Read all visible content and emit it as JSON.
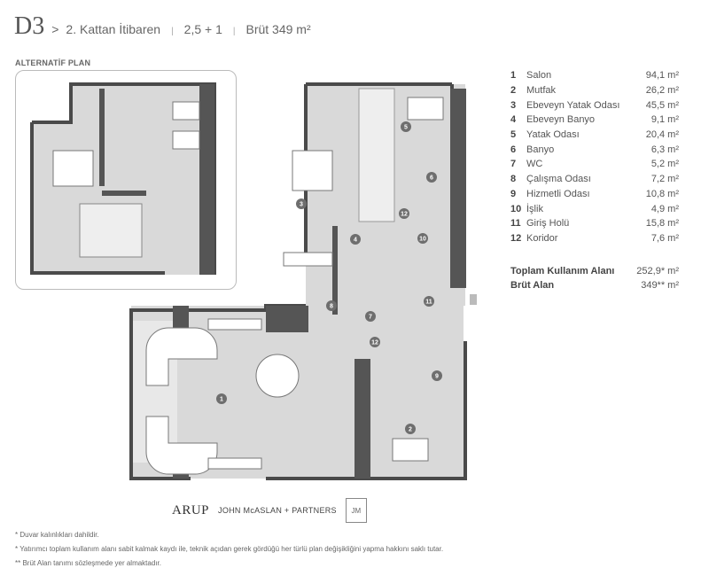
{
  "header": {
    "code": "D3",
    "arrow": ">",
    "floor": "2. Kattan İtibaren",
    "sep": "|",
    "layout": "2,5 + 1",
    "gross": "Brüt 349 m²"
  },
  "alt_plan": {
    "title": "ALTERNATİF PLAN"
  },
  "rooms": [
    {
      "n": "1",
      "name": "Salon",
      "area": "94,1 m²"
    },
    {
      "n": "2",
      "name": "Mutfak",
      "area": "26,2 m²"
    },
    {
      "n": "3",
      "name": "Ebeveyn Yatak Odası",
      "area": "45,5 m²"
    },
    {
      "n": "4",
      "name": "Ebeveyn Banyo",
      "area": "9,1 m²"
    },
    {
      "n": "5",
      "name": "Yatak Odası",
      "area": "20,4 m²"
    },
    {
      "n": "6",
      "name": "Banyo",
      "area": "6,3 m²"
    },
    {
      "n": "7",
      "name": "WC",
      "area": "5,2 m²"
    },
    {
      "n": "8",
      "name": "Çalışma Odası",
      "area": "7,2 m²"
    },
    {
      "n": "9",
      "name": "Hizmetli Odası",
      "area": "10,8 m²"
    },
    {
      "n": "10",
      "name": "İşlik",
      "area": "4,9 m²"
    },
    {
      "n": "11",
      "name": "Giriş Holü",
      "area": "15,8 m²"
    },
    {
      "n": "12",
      "name": "Koridor",
      "area": "7,6 m²"
    }
  ],
  "totals": [
    {
      "name": "Toplam Kullanım Alanı",
      "area": "252,9* m²"
    },
    {
      "name": "Brüt Alan",
      "area": "349** m²"
    }
  ],
  "logos": {
    "arup": "ARUP",
    "jmp": "JOHN McASLAN + PARTNERS",
    "mark": "JM"
  },
  "notes": [
    "* Duvar kalınlıkları dahildir.",
    "* Yatırımcı toplam kullanım alanı sabit kalmak kaydı ile, teknik açıdan gerek gördüğü her türlü plan değişikliğini yapma hakkını saklı tutar.",
    "** Brüt Alan tanımı sözleşmede yer almaktadır."
  ],
  "markers": [
    "1",
    "2",
    "3",
    "4",
    "5",
    "6",
    "7",
    "8",
    "9",
    "10",
    "11",
    "12",
    "12"
  ],
  "colors": {
    "wall": "#4a4a4a",
    "floor": "#d9d9d9",
    "marker": "#6e6e6e"
  }
}
